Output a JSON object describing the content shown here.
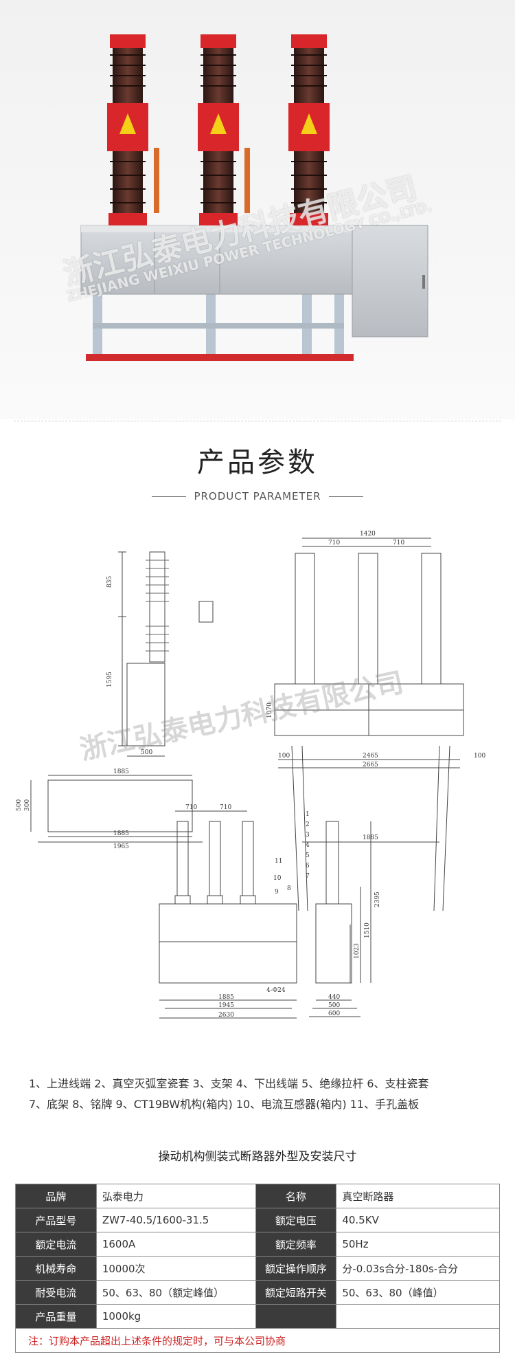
{
  "hero": {
    "watermark_cn": "浙江弘泰电力科技有限公司",
    "watermark_en": "ZHEJIANG WEIXIU POWER TECHNOLOGY CO.,LTD."
  },
  "section": {
    "title": "产品参数",
    "subtitle": "PRODUCT PARAMETER"
  },
  "drawing": {
    "dims_top": [
      "1420",
      "710",
      "710"
    ],
    "dims_side": [
      "835",
      "1595",
      "1070",
      "500"
    ],
    "dims_front_bottom": [
      "100",
      "2465",
      "2665",
      "100",
      "1885"
    ],
    "dims_plan": [
      "1885",
      "1885",
      "1965",
      "500",
      "300",
      "100",
      "100"
    ],
    "dims_assembly_top": [
      "710",
      "710"
    ],
    "dims_assembly_bottom": [
      "1885",
      "1945",
      "2630",
      "4-Φ24"
    ],
    "dims_assembly_side": [
      "2395",
      "1510",
      "1023",
      "440",
      "500",
      "600"
    ],
    "callouts": [
      "1",
      "2",
      "3",
      "4",
      "5",
      "6",
      "7",
      "8",
      "9",
      "10",
      "11"
    ]
  },
  "legend": {
    "line1": "1、上进线端  2、真空灭弧室瓷套  3、支架  4、下出线端  5、绝缘拉杆  6、支柱瓷套",
    "line2": "7、底架  8、铭牌  9、CT19BW机构(箱内)  10、电流互感器(箱内)  11、手孔盖板"
  },
  "caption": "操动机构侧装式断路器外型及安装尺寸",
  "spec": {
    "rows": [
      {
        "k1": "品牌",
        "v1": "弘泰电力",
        "k2": "名称",
        "v2": "真空断路器"
      },
      {
        "k1": "产品型号",
        "v1": "ZW7-40.5/1600-31.5",
        "k2": "额定电压",
        "v2": "40.5KV"
      },
      {
        "k1": "额定电流",
        "v1": "1600A",
        "k2": "额定频率",
        "v2": "50Hz"
      },
      {
        "k1": "机械寿命",
        "v1": "10000次",
        "k2": "额定操作顺序",
        "v2": "分-0.03s合分-180s-合分"
      },
      {
        "k1": "耐受电流",
        "v1": "50、63、80（额定峰值）",
        "k2": "额定短路开关",
        "v2": "50、63、80（峰值）"
      },
      {
        "k1": "产品重量",
        "v1": "1000kg"
      }
    ],
    "note": "注：订购本产品超出上述条件的规定时，可与本公司协商"
  },
  "colors": {
    "insulator": "#4a2a24",
    "flange": "#d8262a",
    "cabinet": "#c9cdd2",
    "header_cell": "#3b3b3b",
    "note": "#cc2222"
  }
}
